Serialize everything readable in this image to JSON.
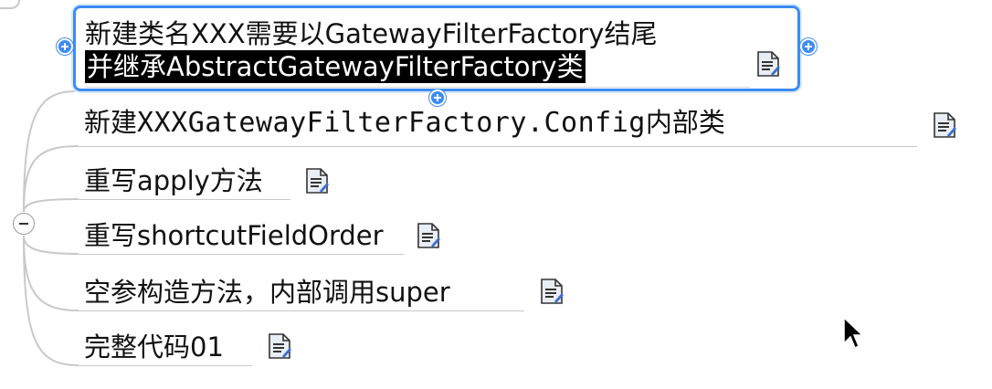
{
  "mindmap": {
    "selected_node": {
      "line1": "新建类名XXX需要以GatewayFilterFactory结尾",
      "line2": "并继承AbstractGatewayFilterFactory类",
      "note_icon": "note-icon"
    },
    "children": [
      {
        "label_cn": "新建",
        "label_code": "XXXGatewayFilterFactory.Config",
        "label_tail": "内部类",
        "note_icon": "note-icon"
      },
      {
        "label": "重写apply方法",
        "note_icon": "note-icon"
      },
      {
        "label": "重写shortcutFieldOrder",
        "note_icon": "note-icon"
      },
      {
        "label": "空参构造方法，内部调用super",
        "note_icon": "note-icon"
      },
      {
        "label": "完整代码01",
        "note_icon": "note-icon"
      }
    ],
    "collapse_icon": "collapse-minus-icon",
    "handle_icon": "add-node-plus-icon"
  },
  "colors": {
    "selection_border": "#3d8bf2",
    "connector": "#c9c9c9",
    "highlight_bg": "#000000",
    "highlight_text": "#ffffff",
    "note_icon_fill": "#e9eef5",
    "note_icon_accent": "#3d6fd0"
  }
}
